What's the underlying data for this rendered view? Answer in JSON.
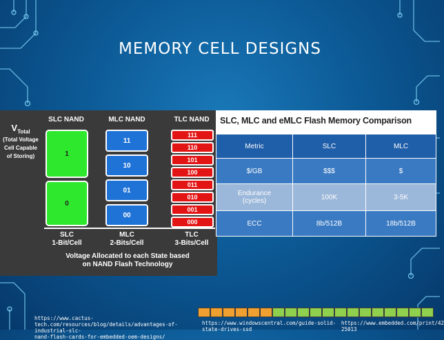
{
  "slide": {
    "title": "MEMORY CELL DESIGNS"
  },
  "diagram": {
    "vtotal": {
      "symbol": "V",
      "subscript": "Total",
      "lines": [
        "(Total Voltage",
        "Cell Capable",
        "of Storing)"
      ]
    },
    "headers": [
      "SLC NAND",
      "MLC NAND",
      "TLC NAND"
    ],
    "slc_states": [
      "1",
      "0"
    ],
    "mlc_states": [
      "11",
      "10",
      "01",
      "00"
    ],
    "tlc_states": [
      "111",
      "110",
      "101",
      "100",
      "011",
      "010",
      "001",
      "000"
    ],
    "footers": [
      {
        "name": "SLC",
        "bits": "1-Bit/Cell"
      },
      {
        "name": "MLC",
        "bits": "2-Bits/Cell"
      },
      {
        "name": "TLC",
        "bits": "3-Bits/Cell"
      }
    ],
    "caption_lines": [
      "Voltage Allocated to each State based",
      "on NAND Flash Technology"
    ],
    "colors": {
      "slc": "#2ee82e",
      "mlc": "#1f72d6",
      "tlc": "#e31414"
    }
  },
  "comparison": {
    "title": "SLC, MLC and eMLC Flash Memory Comparison",
    "headers": [
      "Metric",
      "SLC",
      "MLC"
    ],
    "rows": [
      {
        "metric": "$/GB",
        "slc": "$$$",
        "mlc": "$"
      },
      {
        "metric_lines": [
          "Endurance",
          "(cycles)"
        ],
        "slc": "100K",
        "mlc": "3-5K"
      },
      {
        "metric": "ECC",
        "slc": "8b/512B",
        "mlc": "18b/512B"
      }
    ]
  },
  "sources": {
    "s1": [
      "https://www.cactus-",
      "tech.com/resources/blog/details/advantages-of-industrial-slc-",
      "nand-flash-cards-for-embedded-oem-designs/"
    ],
    "s2": [
      "https://www.windowscentral.com/guide-solid-",
      "state-drives-ssd"
    ],
    "s3": [
      "https://www.embedded.com/print/42",
      "25013"
    ]
  },
  "progress": {
    "total": 19,
    "filled": 6,
    "filled_color": "#f0a030",
    "empty_color": "#8fd14f"
  }
}
